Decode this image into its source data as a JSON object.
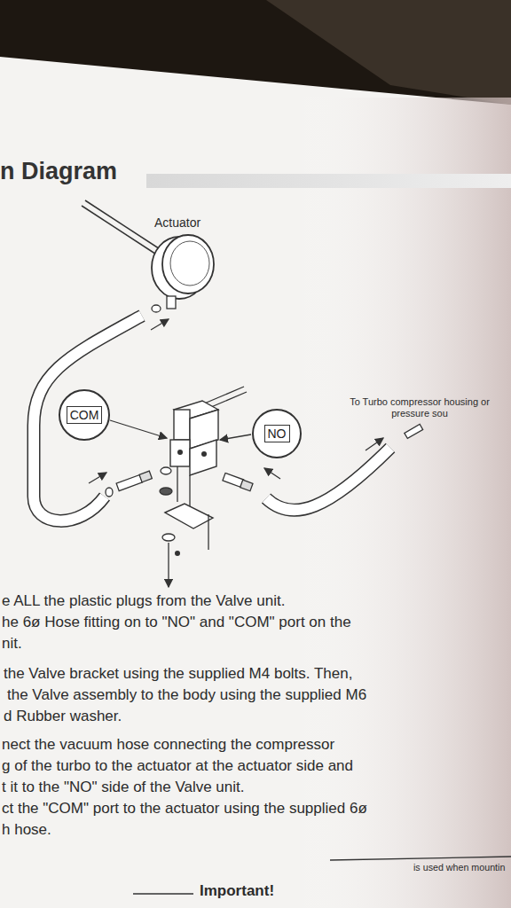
{
  "diagram": {
    "title": "n Diagram",
    "nodes": [
      {
        "text": [
          "COM"
        ]
      },
      {
        "text": [
          "NO"
        ]
      }
    ],
    "labels": [
      "Actuator",
      "To Turbo compressor housing or pressure sou",
      "e ALL the plastic plugs from the Valve unit.",
      "he 6ø Hose fitting on to \"NO\" and \"COM\" port on the",
      "nit.",
      "the Valve bracket using the supplied M4 bolts. Then,",
      "the Valve assembly to the body using the supplied M6",
      "d Rubber washer.",
      "nect the vacuum hose connecting the compressor",
      "g of the turbo to the actuator at the actuator side and",
      "t it to the \"NO\" side of the Valve unit.",
      "ct the \"COM\" port to the actuator using the supplied 6ø",
      "h hose.",
      "Important!",
      "is used when mountin"
    ]
  }
}
